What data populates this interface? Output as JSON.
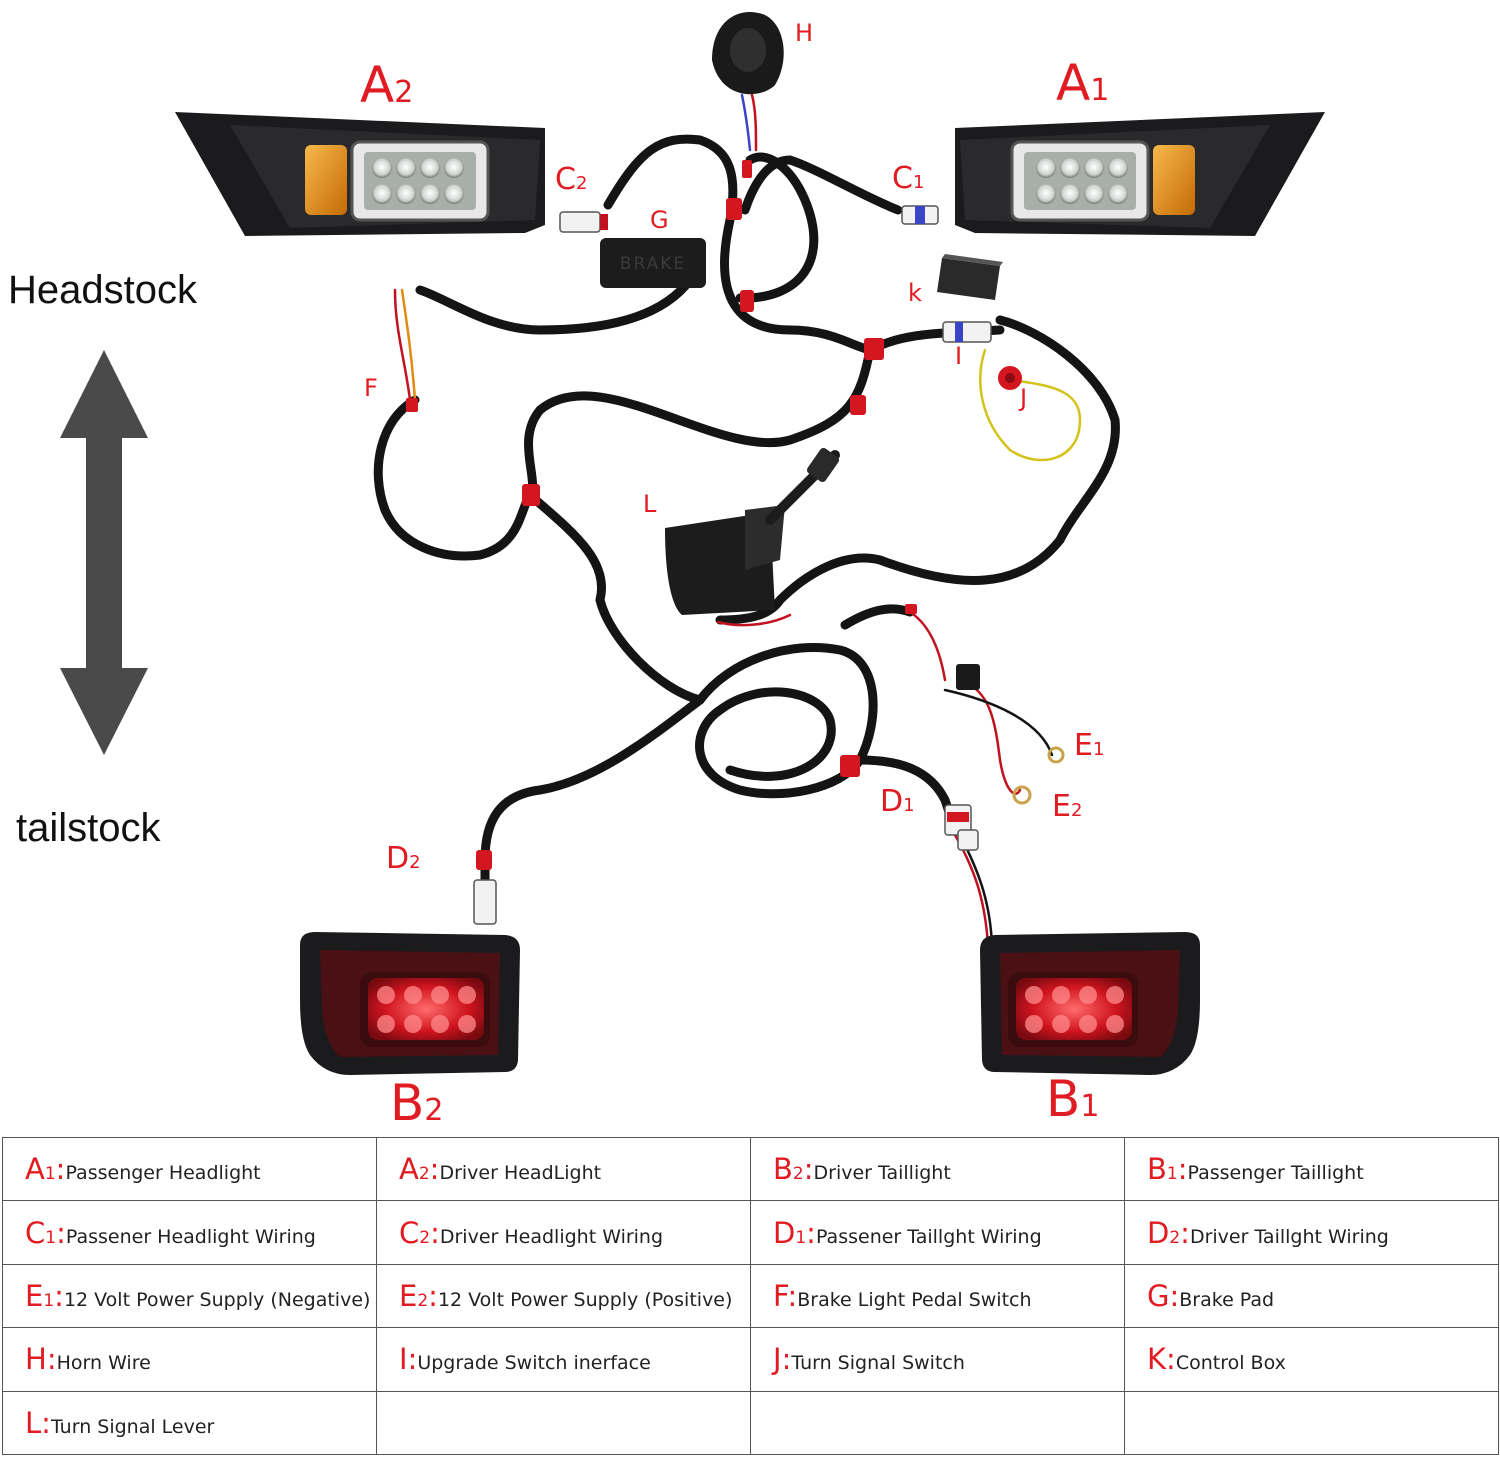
{
  "side_labels": {
    "head": "Headstock",
    "tail": "tailstock"
  },
  "callouts": {
    "A1": {
      "letter": "A",
      "sub": "1"
    },
    "A2": {
      "letter": "A",
      "sub": "2"
    },
    "B1": {
      "letter": "B",
      "sub": "1"
    },
    "B2": {
      "letter": "B",
      "sub": "2"
    },
    "C1": {
      "letter": "C",
      "sub": "1"
    },
    "C2": {
      "letter": "C",
      "sub": "2"
    },
    "D1": {
      "letter": "D",
      "sub": "1"
    },
    "D2": {
      "letter": "D",
      "sub": "2"
    },
    "E1": {
      "letter": "E",
      "sub": "1"
    },
    "E2": {
      "letter": "E",
      "sub": "2"
    },
    "F": "F",
    "G": "G",
    "H": "H",
    "I": "I",
    "J": "J",
    "K": "k",
    "L": "L"
  },
  "brake_pad_text": "BRAKE",
  "legend": [
    [
      {
        "letter": "A",
        "sub": "1",
        "sep": ":",
        "text": "Passenger Headlight"
      },
      {
        "letter": "A",
        "sub": "2",
        "sep": ":",
        "text": "Driver HeadLight"
      },
      {
        "letter": "B",
        "sub": "2",
        "sep": ":",
        "text": "Driver Taillight"
      },
      {
        "letter": "B",
        "sub": "1",
        "sep": ":",
        "text": "Passenger Taillight"
      }
    ],
    [
      {
        "letter": "C",
        "sub": "1",
        "sep": ":",
        "text": "Passener Headlight Wiring"
      },
      {
        "letter": "C",
        "sub": "2",
        "sep": ":",
        "text": "Driver Headlight Wiring"
      },
      {
        "letter": "D",
        "sub": "1",
        "sep": ":",
        "text": "Passener Taillght Wiring"
      },
      {
        "letter": "D",
        "sub": "2",
        "sep": ":",
        "text": "Driver Taillght Wiring"
      }
    ],
    [
      {
        "letter": "E",
        "sub": "1",
        "sep": ":",
        "text": "12 Volt Power Supply (Negative)"
      },
      {
        "letter": "E",
        "sub": "2",
        "sep": ":",
        "text": "12 Volt Power Supply (Positive)"
      },
      {
        "letter": "F",
        "sub": "",
        "sep": ":",
        "text": "Brake Light Pedal Switch"
      },
      {
        "letter": "G",
        "sub": "",
        "sep": ":",
        "text": "Brake Pad"
      }
    ],
    [
      {
        "letter": "H",
        "sub": "",
        "sep": ":",
        "text": "Horn Wire"
      },
      {
        "letter": "I",
        "sub": "",
        "sep": ":",
        "text": "Upgrade Switch inerface"
      },
      {
        "letter": "J",
        "sub": "",
        "sep": ":",
        "text": "Turn Signal Switch"
      },
      {
        "letter": "K",
        "sub": "",
        "sep": ":",
        "text": "Control Box"
      }
    ],
    [
      {
        "letter": "L",
        "sub": "",
        "sep": ":",
        "text": "Turn Signal Lever"
      },
      null,
      null,
      null
    ]
  ],
  "colors": {
    "label_red": "#e11b22",
    "wire_black": "#141414",
    "housing_black": "#1b1b1d",
    "lens_red": "#c2121f",
    "amber": "#e08a12",
    "arrow_gray": "#4a4a4a"
  }
}
